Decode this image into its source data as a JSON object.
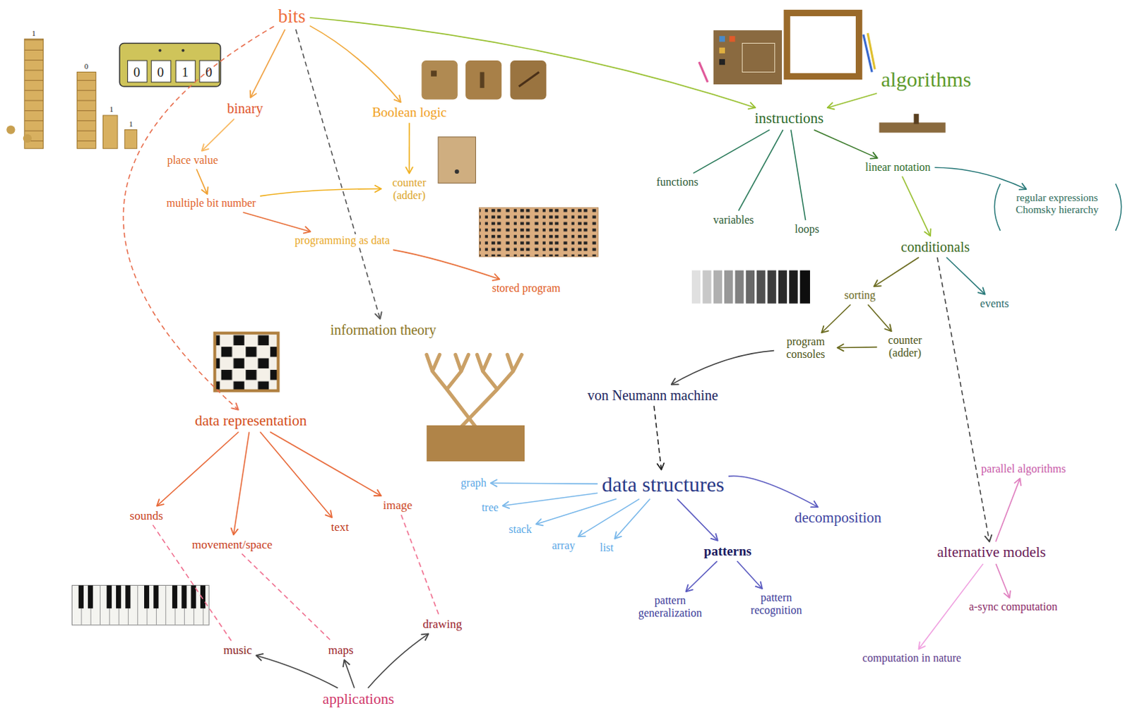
{
  "diagram": {
    "nodes": [
      {
        "text": [
          "bits"
        ]
      },
      {
        "text": [
          "binary"
        ]
      },
      {
        "text": [
          "Boolean logic"
        ]
      },
      {
        "text": [
          "place value"
        ]
      },
      {
        "text": [
          "multiple bit number"
        ]
      },
      {
        "text": [
          "counter (adder)"
        ]
      },
      {
        "text": [
          "programming as data"
        ]
      },
      {
        "text": [
          "stored program"
        ]
      },
      {
        "text": [
          "information theory"
        ]
      },
      {
        "text": [
          "algorithms"
        ]
      },
      {
        "text": [
          "instructions"
        ]
      },
      {
        "text": [
          "functions"
        ]
      },
      {
        "text": [
          "variables"
        ]
      },
      {
        "text": [
          "loops"
        ]
      },
      {
        "text": [
          "linear notation"
        ]
      },
      {
        "text": [
          "regular expressions Chomsky hierarchy"
        ]
      },
      {
        "text": [
          "conditionals"
        ]
      },
      {
        "text": [
          "events"
        ]
      },
      {
        "text": [
          "sorting"
        ]
      },
      {
        "text": [
          "program consoles"
        ]
      },
      {
        "text": [
          "counter (adder)"
        ]
      },
      {
        "text": [
          "von Neumann machine"
        ]
      },
      {
        "text": [
          "data structures"
        ]
      },
      {
        "text": [
          "graph"
        ]
      },
      {
        "text": [
          "tree"
        ]
      },
      {
        "text": [
          "stack"
        ]
      },
      {
        "text": [
          "array"
        ]
      },
      {
        "text": [
          "list"
        ]
      },
      {
        "text": [
          "decomposition"
        ]
      },
      {
        "text": [
          "patterns"
        ]
      },
      {
        "text": [
          "pattern generalization"
        ]
      },
      {
        "text": [
          "pattern recognition"
        ]
      },
      {
        "text": [
          "alternative models"
        ]
      },
      {
        "text": [
          "parallel algorithms"
        ]
      },
      {
        "text": [
          "a-sync computation"
        ]
      },
      {
        "text": [
          "computation in nature"
        ]
      },
      {
        "text": [
          "data representation"
        ]
      },
      {
        "text": [
          "sounds"
        ]
      },
      {
        "text": [
          "movement/space"
        ]
      },
      {
        "text": [
          "text"
        ]
      },
      {
        "text": [
          "image"
        ]
      },
      {
        "text": [
          "music"
        ]
      },
      {
        "text": [
          "maps"
        ]
      },
      {
        "text": [
          "drawing"
        ]
      },
      {
        "text": [
          "applications"
        ]
      }
    ],
    "edges": [
      {
        "from": 0,
        "to": 1,
        "arrow": "to"
      },
      {
        "from": 0,
        "to": 2,
        "arrow": "to"
      },
      {
        "from": 0,
        "to": 8,
        "arrow": "to"
      },
      {
        "from": 0,
        "to": 36,
        "arrow": "to"
      },
      {
        "from": 0,
        "to": 10,
        "arrow": "to"
      },
      {
        "from": 1,
        "to": 3,
        "arrow": "to"
      },
      {
        "from": 3,
        "to": 4,
        "arrow": "to"
      },
      {
        "from": 4,
        "to": 5,
        "arrow": "to"
      },
      {
        "from": 4,
        "to": 6,
        "arrow": "to"
      },
      {
        "from": 6,
        "to": 7,
        "arrow": "to"
      },
      {
        "from": 2,
        "to": 5,
        "arrow": "to"
      },
      {
        "from": 9,
        "to": 10,
        "arrow": "to"
      },
      {
        "from": 10,
        "to": 11,
        "arrow": "none"
      },
      {
        "from": 10,
        "to": 12,
        "arrow": "none"
      },
      {
        "from": 10,
        "to": 13,
        "arrow": "none"
      },
      {
        "from": 10,
        "to": 14,
        "arrow": "to"
      },
      {
        "from": 14,
        "to": 15,
        "arrow": "to"
      },
      {
        "from": 14,
        "to": 16,
        "arrow": "to"
      },
      {
        "from": 16,
        "to": 18,
        "arrow": "to"
      },
      {
        "from": 16,
        "to": 17,
        "arrow": "to"
      },
      {
        "from": 16,
        "to": 32,
        "arrow": "to"
      },
      {
        "from": 18,
        "to": 19,
        "arrow": "to"
      },
      {
        "from": 18,
        "to": 20,
        "arrow": "to"
      },
      {
        "from": 20,
        "to": 19,
        "arrow": "to"
      },
      {
        "from": 19,
        "to": 21,
        "arrow": "to"
      },
      {
        "from": 21,
        "to": 22,
        "arrow": "to"
      },
      {
        "from": 22,
        "to": 23,
        "arrow": "to"
      },
      {
        "from": 22,
        "to": 24,
        "arrow": "to"
      },
      {
        "from": 22,
        "to": 25,
        "arrow": "to"
      },
      {
        "from": 22,
        "to": 26,
        "arrow": "to"
      },
      {
        "from": 22,
        "to": 27,
        "arrow": "to"
      },
      {
        "from": 22,
        "to": 28,
        "arrow": "to"
      },
      {
        "from": 22,
        "to": 29,
        "arrow": "to"
      },
      {
        "from": 29,
        "to": 30,
        "arrow": "to"
      },
      {
        "from": 29,
        "to": 31,
        "arrow": "to"
      },
      {
        "from": 32,
        "to": 33,
        "arrow": "to"
      },
      {
        "from": 32,
        "to": 34,
        "arrow": "to"
      },
      {
        "from": 32,
        "to": 35,
        "arrow": "to"
      },
      {
        "from": 36,
        "to": 37,
        "arrow": "to"
      },
      {
        "from": 36,
        "to": 38,
        "arrow": "to"
      },
      {
        "from": 36,
        "to": 39,
        "arrow": "to"
      },
      {
        "from": 36,
        "to": 40,
        "arrow": "to"
      },
      {
        "from": 37,
        "to": 41,
        "arrow": "none"
      },
      {
        "from": 38,
        "to": 42,
        "arrow": "none"
      },
      {
        "from": 40,
        "to": 43,
        "arrow": "none"
      },
      {
        "from": 44,
        "to": 41,
        "arrow": "to"
      },
      {
        "from": 44,
        "to": 42,
        "arrow": "to"
      },
      {
        "from": 44,
        "to": 43,
        "arrow": "to"
      }
    ],
    "labels": [
      "1",
      "0",
      "1",
      "1",
      "0",
      "0",
      "1",
      "0"
    ]
  }
}
